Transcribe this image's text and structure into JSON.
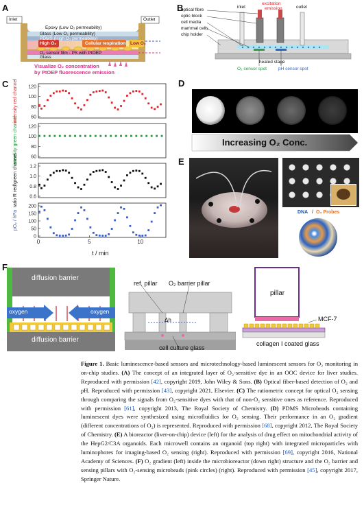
{
  "panels": {
    "A": {
      "label": "A",
      "inlet": "Inlet",
      "outlet": "Outlet",
      "epoxy": "Epoxy (Low O₂ permeability)",
      "glass_top": "Glass (Low O₂ permeability)",
      "pdms": "PDMS (High O₂ permeability)",
      "high_o2": "High O₂",
      "cellular_respiration": "Cellular respiration",
      "low_o2": "Low O₂",
      "sensor_film": "O₂ sensor film - PS with PtOEP",
      "glass_bottom": "Glass",
      "visualize_1": "Visualize O₂ concentration",
      "visualize_2": "by PtOEP fluorescence emission"
    },
    "B": {
      "label": "B",
      "labels_left": [
        "optical fibre",
        "optic block",
        "cell media",
        "mammal cells",
        "chip holder"
      ],
      "inlet": "inlet",
      "outlet": "outlet",
      "excitation": "excitation",
      "emission": "emission",
      "heated_stage": "heated stage",
      "o2_spot": "O₂ sensor spot",
      "ph_spot": "pH sensor spot"
    },
    "C": {
      "label": "C",
      "xlabel": "t / min",
      "x_ticks": [
        "0",
        "5",
        "10"
      ],
      "subplots": [
        {
          "ylabel": "intensity red channel",
          "ticks": [
            "120",
            "100",
            "80",
            "60"
          ],
          "color": "#d9262b"
        },
        {
          "ylabel": "intensity green channel",
          "ticks": [
            "120",
            "100",
            "80",
            "60"
          ],
          "color": "#1f9a3c"
        },
        {
          "ylabel": "ratio R red/green channel",
          "ticks": [
            "1.2",
            "1.0",
            "0.8",
            "0.6"
          ],
          "color": "#111111"
        },
        {
          "ylabel": "pO₂ / hPa",
          "ticks": [
            "200",
            "150",
            "100",
            "50",
            "0"
          ],
          "color": "#3a5cc9"
        }
      ]
    },
    "D": {
      "label": "D",
      "caption": "Increasing O₂ Conc."
    },
    "E": {
      "label": "E",
      "legend_dna": "DNA",
      "legend_sep": " / ",
      "legend_o2": "O₂ Probes"
    },
    "F": {
      "label": "F",
      "diffusion_top": "diffusion barrier",
      "diffusion_bottom": "diffusion barrier",
      "oxygen_left": "oxygen",
      "oxygen_right": "oxygen",
      "ref_pillar": "ref. pillar",
      "barrier_pillar": "O₂ barrier pillar",
      "delta_h": "Δh",
      "cell_culture_glass": "cell culture glass",
      "pillar": "pillar",
      "mcf7": "MCF-7",
      "collagen": "collagen I coated glass"
    }
  },
  "chart_data": {
    "type": "scatter",
    "title": "",
    "xlabel": "t / min",
    "xlim": [
      0,
      12.5
    ],
    "series": [
      {
        "name": "intensity red channel",
        "ylim": [
          50,
          130
        ],
        "x": [
          0.1,
          0.3,
          0.6,
          0.9,
          1.2,
          1.5,
          1.8,
          2.1,
          2.4,
          2.7,
          3.0,
          3.3,
          3.6,
          3.9,
          4.2,
          4.5,
          4.8,
          5.1,
          5.4,
          5.7,
          6.0,
          6.3,
          6.6,
          6.9,
          7.2,
          7.5,
          7.8,
          8.1,
          8.4,
          8.7,
          9.0,
          9.3,
          9.6,
          9.9,
          10.2,
          10.5,
          10.8,
          11.1,
          11.4,
          11.7,
          12.0
        ],
        "values": [
          80,
          72,
          78,
          92,
          102,
          108,
          112,
          112,
          114,
          113,
          108,
          96,
          84,
          74,
          70,
          80,
          92,
          104,
          110,
          112,
          113,
          114,
          110,
          98,
          86,
          74,
          70,
          78,
          90,
          102,
          108,
          112,
          113,
          112,
          106,
          96,
          84,
          74,
          71,
          76,
          82
        ]
      },
      {
        "name": "intensity green channel",
        "ylim": [
          50,
          130
        ],
        "x": [
          0.1,
          0.6,
          1.1,
          1.6,
          2.1,
          2.6,
          3.1,
          3.6,
          4.1,
          4.6,
          5.1,
          5.6,
          6.1,
          6.6,
          7.1,
          7.6,
          8.1,
          8.6,
          9.1,
          9.6,
          10.1,
          10.6,
          11.1,
          11.6,
          12.1
        ],
        "values": [
          101,
          101,
          101,
          101,
          101,
          101,
          101,
          101,
          101,
          101,
          101,
          101,
          101,
          101,
          101,
          101,
          101,
          101,
          101,
          101,
          101,
          101,
          101,
          101,
          101
        ]
      },
      {
        "name": "ratio R red/green channel",
        "ylim": [
          0.5,
          1.3
        ],
        "x": [
          0.1,
          0.3,
          0.6,
          0.9,
          1.2,
          1.5,
          1.8,
          2.1,
          2.4,
          2.7,
          3.0,
          3.3,
          3.6,
          3.9,
          4.2,
          4.5,
          4.8,
          5.1,
          5.4,
          5.7,
          6.0,
          6.3,
          6.6,
          6.9,
          7.2,
          7.5,
          7.8,
          8.1,
          8.4,
          8.7,
          9.0,
          9.3,
          9.6,
          9.9,
          10.2,
          10.5,
          10.8,
          11.1,
          11.4,
          11.7,
          12.0
        ],
        "values": [
          0.8,
          0.72,
          0.78,
          0.92,
          1.02,
          1.08,
          1.12,
          1.12,
          1.14,
          1.13,
          1.08,
          0.96,
          0.84,
          0.74,
          0.7,
          0.8,
          0.92,
          1.04,
          1.1,
          1.12,
          1.13,
          1.14,
          1.1,
          0.98,
          0.86,
          0.74,
          0.7,
          0.78,
          0.9,
          1.02,
          1.08,
          1.12,
          1.13,
          1.12,
          1.06,
          0.96,
          0.84,
          0.74,
          0.71,
          0.76,
          0.82
        ]
      },
      {
        "name": "pO₂ / hPa",
        "ylim": [
          -10,
          230
        ],
        "x": [
          0.1,
          0.3,
          0.6,
          0.9,
          1.2,
          1.5,
          1.8,
          2.1,
          2.4,
          2.7,
          3.0,
          3.3,
          3.6,
          3.9,
          4.2,
          4.5,
          4.8,
          5.1,
          5.4,
          5.7,
          6.0,
          6.3,
          6.6,
          6.9,
          7.2,
          7.5,
          7.8,
          8.1,
          8.4,
          8.7,
          9.0,
          9.3,
          9.6,
          9.9,
          10.2,
          10.5,
          10.8,
          11.1,
          11.4,
          11.7,
          12.0
        ],
        "values": [
          170,
          205,
          180,
          120,
          60,
          20,
          5,
          2,
          2,
          3,
          10,
          50,
          110,
          160,
          200,
          180,
          120,
          60,
          22,
          6,
          3,
          2,
          2,
          12,
          50,
          110,
          160,
          200,
          190,
          130,
          70,
          25,
          8,
          3,
          2,
          4,
          40,
          100,
          160,
          200,
          215
        ]
      }
    ]
  },
  "caption": {
    "fig": "Figure 1.",
    "p1": " Basic luminescence-based sensors and microtechnology-based luminescent sensors for O₂ monitoring in on-chip studies. ",
    "a_lbl": "(A)",
    "a_txt": " The concept of an integrated layer of O₂-sensitive dye in an OOC device for liver studies. Reproduced with permission ",
    "a_ref": "[42]",
    "a_end": ", copyright 2019, John Wiley & Sons. ",
    "b_lbl": "(B)",
    "b_txt": " Optical fiber-based detection of O₂ and pH. Reproduced with permission ",
    "b_ref": "[43]",
    "b_end": ", copyright 2021, Elsevier. ",
    "c_lbl": "(C)",
    "c_txt": " The ratiometric concept for optical O₂ sensing through comparing the signals from O₂-sensitive dyes with that of non-O₂ sensitive ones as reference. Reproduced with permission ",
    "c_ref": "[61]",
    "c_end": ", copyright 2013, The Royal Society of Chemistry. ",
    "d_lbl": "(D)",
    "d_txt": " PDMS Microbeads containing luminescent dyes were synthesized using microfluidics for O₂ sensing. Their performance in an O₂ gradient (different concentrations of O₂) is represented. Reproduced with permission ",
    "d_ref": "[68]",
    "d_end": ", copyright 2012, The Royal Society of Chemistry. ",
    "e_lbl": "(E)",
    "e_txt": " A bioreactor (liver-on-chip) device (left) for the analysis of drug effect on mitochondrial activity of the HepG2/C3A organoids. Each microwell contains an organoid (top right) with integrated microparticles with luminophores for imaging-based O₂ sensing (right). Reproduced with permission ",
    "e_ref": "[69]",
    "e_end": ", copyright 2016, National Academy of Sciences. ",
    "f_lbl": "(F)",
    "f_txt": " O₂ gradient (left) inside the microbioreactor (down right) structure and the O₂ barrier and sensing pillars with O₂-sensing microbeads (pink circles) (right). Reproduced with permission ",
    "f_ref": "[45]",
    "f_end": ", copyright 2017, Springer Nature."
  }
}
